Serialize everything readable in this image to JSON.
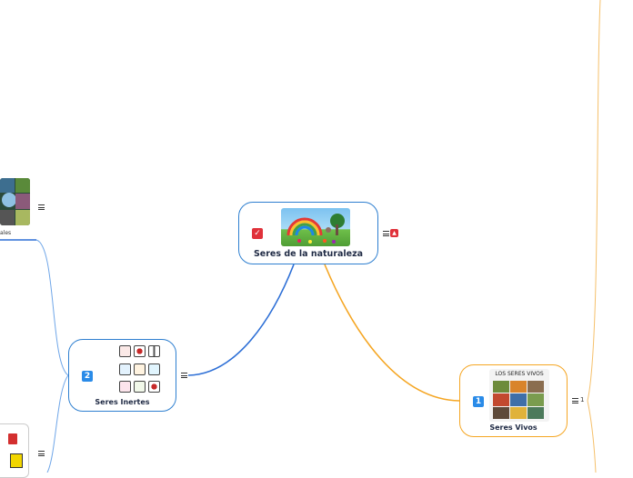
{
  "root": {
    "title": "Seres de la naturaleza"
  },
  "inertes": {
    "title": "Seres Inertes",
    "number": "2",
    "tiny_text": [
      "",
      "",
      ""
    ]
  },
  "vivos": {
    "title": "Seres Vivos",
    "number": "1",
    "image_caption": "LOS SERES VIVOS",
    "notes_count": "1"
  },
  "left_top": {
    "partial_label": "ales"
  },
  "colors": {
    "root_border": "#2e7fd0",
    "inertes_border": "#2e7fd0",
    "vivos_border": "#f5a623",
    "badge_blue": "#2a8be8",
    "badge_red": "#e0313a",
    "edge_blue": "#2d6fd6",
    "edge_orange": "#f5a623"
  },
  "icons": [
    "check-icon",
    "notes-icon",
    "attachment-icon",
    "number-badge-icon"
  ]
}
